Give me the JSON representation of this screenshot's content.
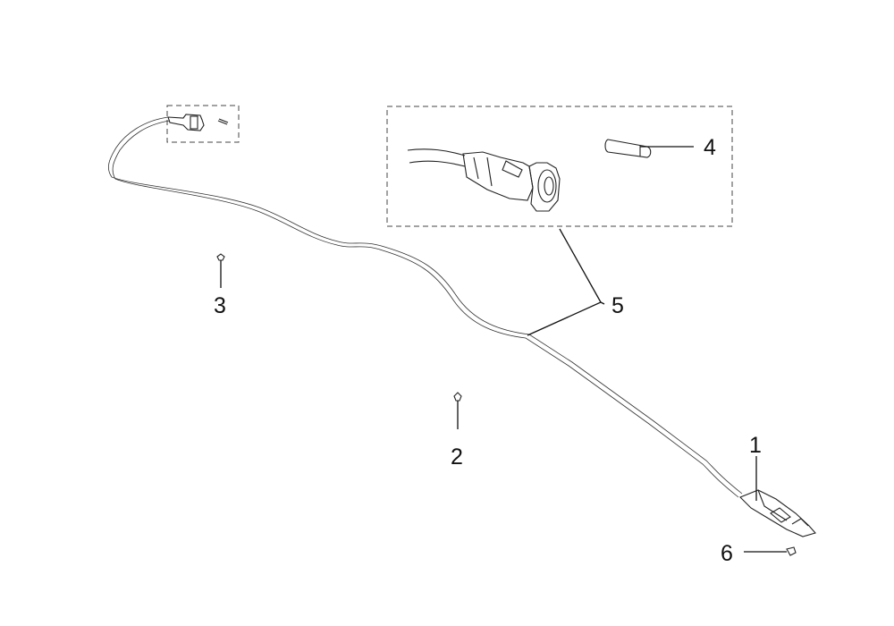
{
  "callouts": {
    "c1": "1",
    "c2": "2",
    "c3": "3",
    "c4": "4",
    "c5": "5",
    "c6": "6"
  },
  "colors": {
    "background": "#ffffff",
    "ink": "#222222"
  }
}
